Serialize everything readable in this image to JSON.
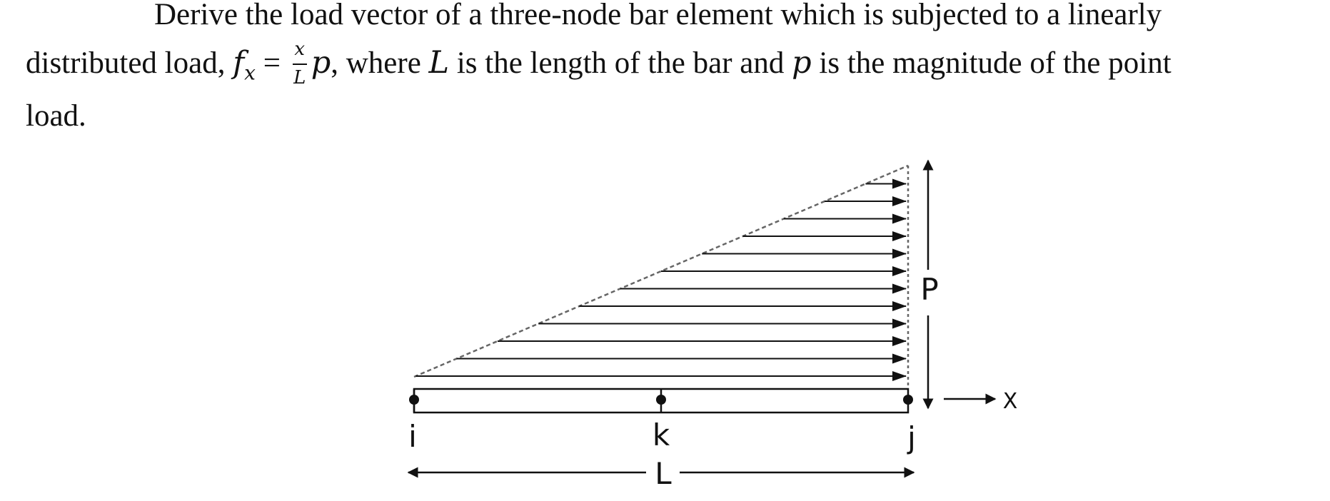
{
  "problem": {
    "line1": "Derive the load vector of a three-node bar element which is subjected to a linearly",
    "line2_a": "distributed load, ",
    "fx_var": "f",
    "fx_sub": "x",
    "equals": " = ",
    "frac_num": "x",
    "frac_den": "L",
    "p_var": "p",
    "line2_b": ", where ",
    "L_var": "L",
    "line2_c": " is the length of the bar and ",
    "p_var2": "p",
    "line2_d": " is the magnitude of the point",
    "line3": "load."
  },
  "diagram": {
    "node_i": "i",
    "node_k": "k",
    "node_j": "j",
    "length_label": "L",
    "load_label": "P",
    "axis_label": "X"
  }
}
